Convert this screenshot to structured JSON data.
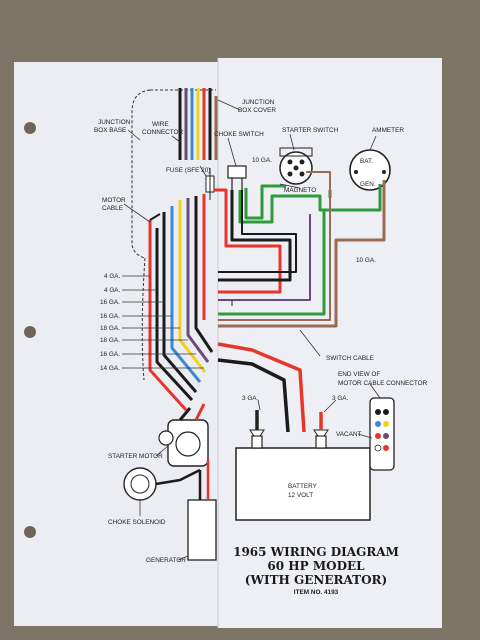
{
  "labels": {
    "junction_box_cover": [
      "JUNCTION",
      "BOX COVER"
    ],
    "junction_box_base": [
      "JUNCTION",
      "BOX BASE"
    ],
    "wire_connector": [
      "WIRE",
      "CONNECTOR"
    ],
    "choke_switch": "CHOKE SWITCH",
    "starter_switch": "STARTER SWITCH",
    "ammeter": "AMMETER",
    "fuse": "FUSE (SFE 20)",
    "wire_10ga_top": "10 GA.",
    "magneto": "MAGNETO",
    "motor_cable": [
      "MOTOR",
      "CABLE"
    ],
    "wire_10ga_right": "10 GA.",
    "switch_cable": "SWITCH CABLE",
    "end_view": [
      "END VIEW OF",
      "MOTOR CABLE CONNECTOR"
    ],
    "vacant": "VACANT",
    "ga3_left": "3 GA.",
    "ga3_right": "3 GA.",
    "starter_motor": "STARTER MOTOR",
    "choke_solenoid": "CHOKE SOLENOID",
    "generator": "GENERATOR",
    "battery": [
      "BATTERY",
      "12 VOLT"
    ],
    "bat": "BAT.",
    "gen": "GEN."
  },
  "gauge_list": [
    "4 GA.",
    "4 GA.",
    "16 GA.",
    "16 GA.",
    "18 GA.",
    "18 GA.",
    "16 GA.",
    "14 GA."
  ],
  "title": {
    "line1": "1965 WIRING DIAGRAM",
    "line2": "60 HP MODEL",
    "line3": "(WITH GENERATOR)",
    "item": "ITEM NO. 4193"
  },
  "colors": {
    "background": "#7d7565",
    "paper": "#eeeef3",
    "red": "#e8352b",
    "black": "#1b1b1b",
    "blue": "#3a8ad4",
    "yellow": "#f0d21a",
    "green": "#2e9a3c",
    "brown": "#9a6a55",
    "purple": "#6a4a7a"
  }
}
